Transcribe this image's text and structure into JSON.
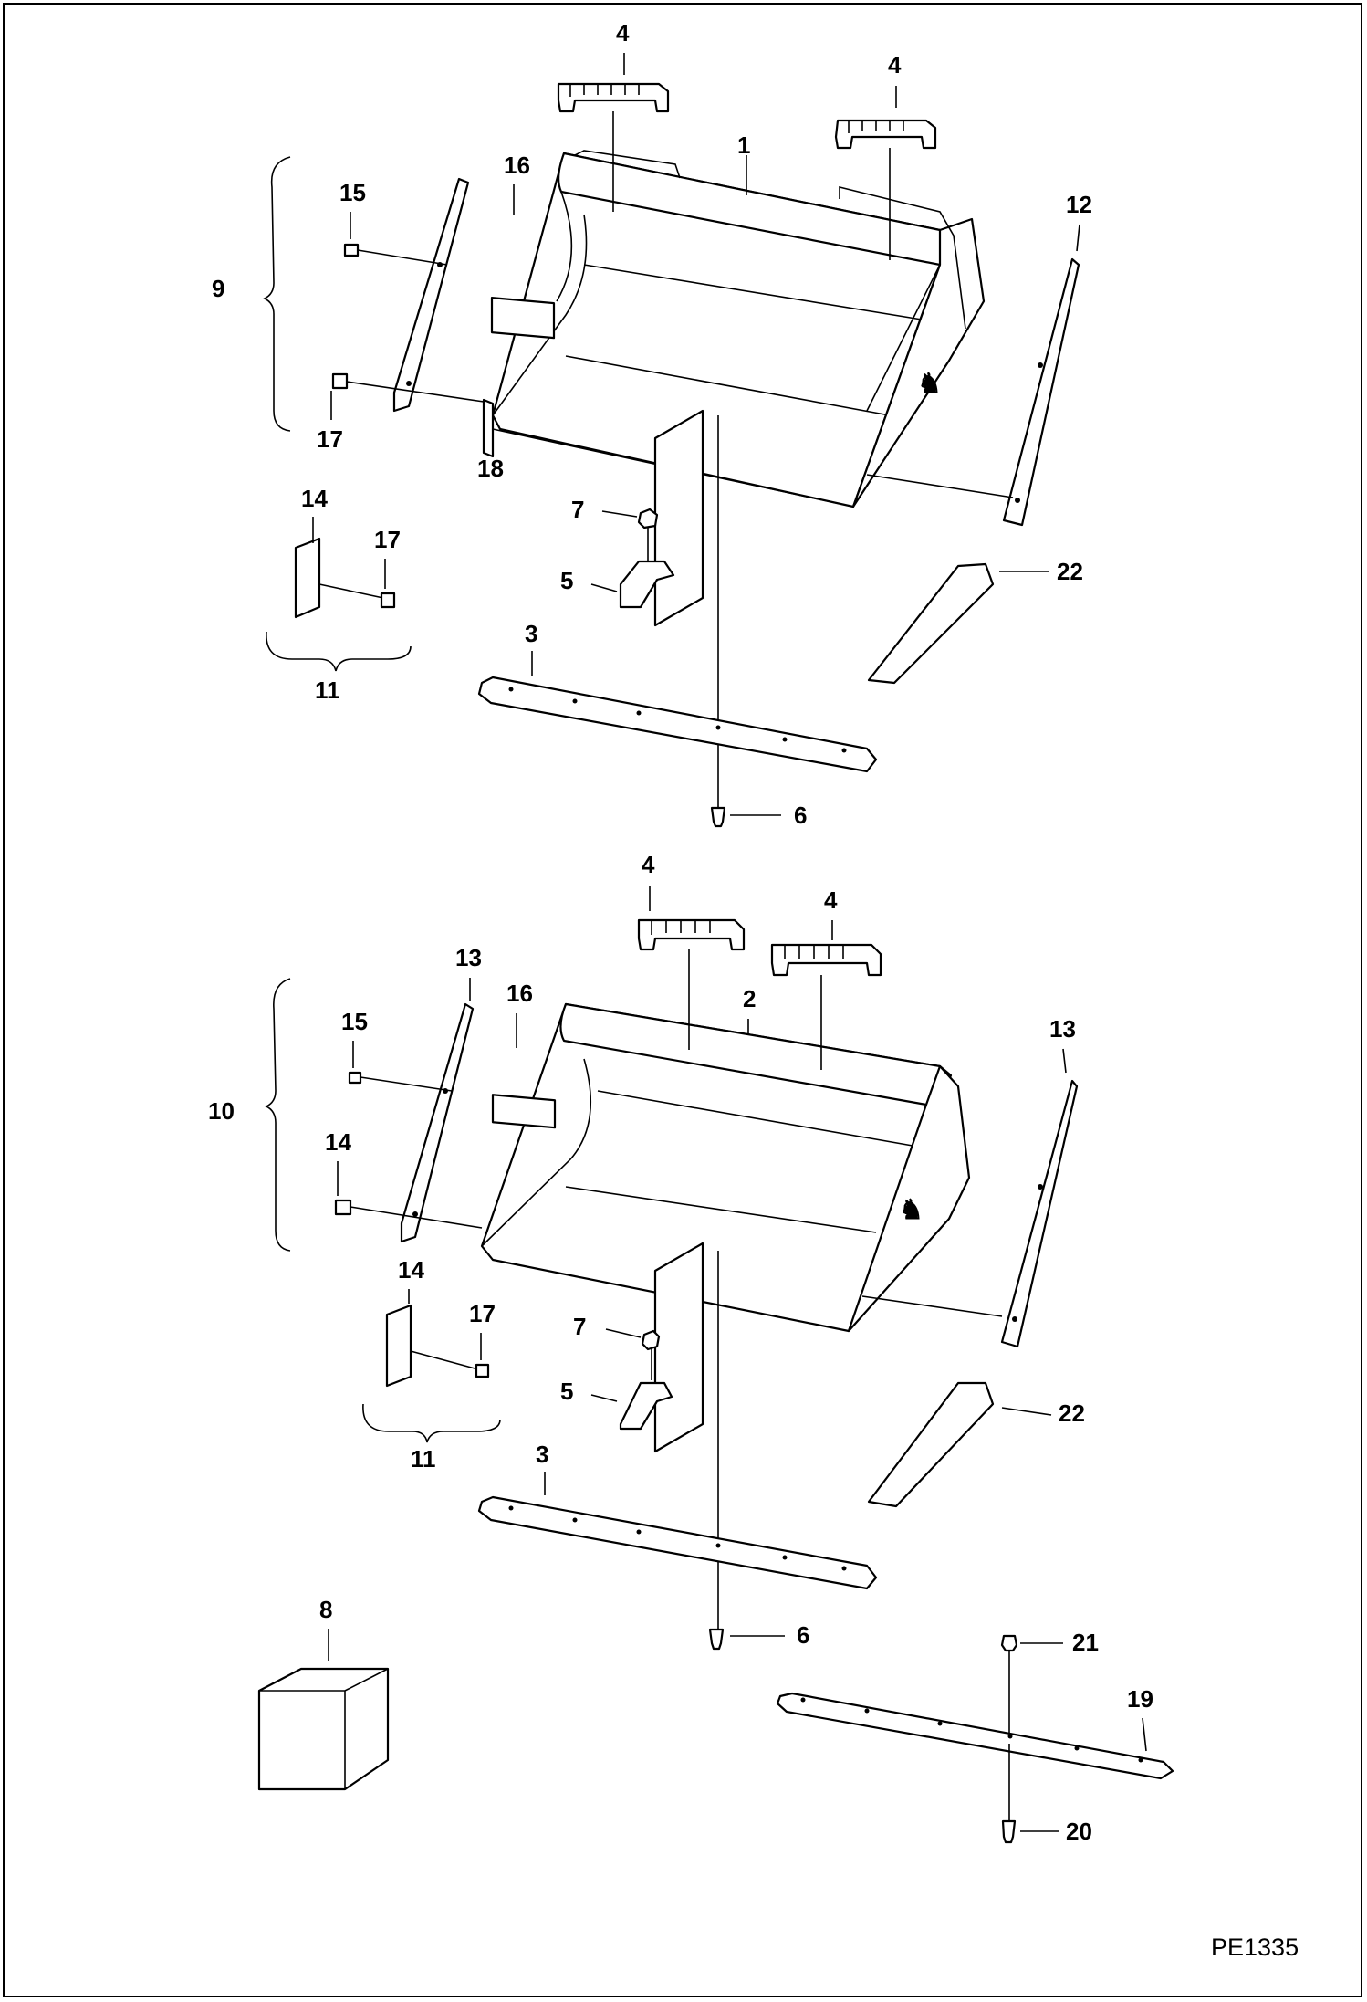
{
  "figure_code": "PE1335",
  "upper_assembly": {
    "labels": {
      "bucket": "1",
      "teeth_strip_left": "4",
      "teeth_strip_right": "4",
      "side_wear_kit": "9",
      "bolt_small": "15",
      "plate_small": "16",
      "bolt_large": "17",
      "side_plate_left_ref": "18",
      "side_plate_right": "12",
      "nut": "7",
      "tooth": "5",
      "pad_14": "14",
      "pad_bolt_17": "17",
      "pad_kit": "11",
      "cutting_edge": "3",
      "plow_bolt": "6",
      "skid_shoe": "22"
    }
  },
  "lower_assembly": {
    "labels": {
      "bucket": "2",
      "teeth_strip_left": "4",
      "teeth_strip_right": "4",
      "side_wear_kit": "10",
      "side_plate_left": "13",
      "plate_small": "16",
      "bolt_small": "15",
      "bolt_large": "14",
      "side_plate_right": "13",
      "pad_14": "14",
      "pad_bolt_17": "17",
      "nut": "7",
      "tooth": "5",
      "pad_kit": "11",
      "cutting_edge": "3",
      "plow_bolt": "6",
      "skid_shoe": "22",
      "box": "8",
      "nut_21": "21",
      "bolt_on_edge": "19",
      "bolt_20": "20"
    }
  }
}
